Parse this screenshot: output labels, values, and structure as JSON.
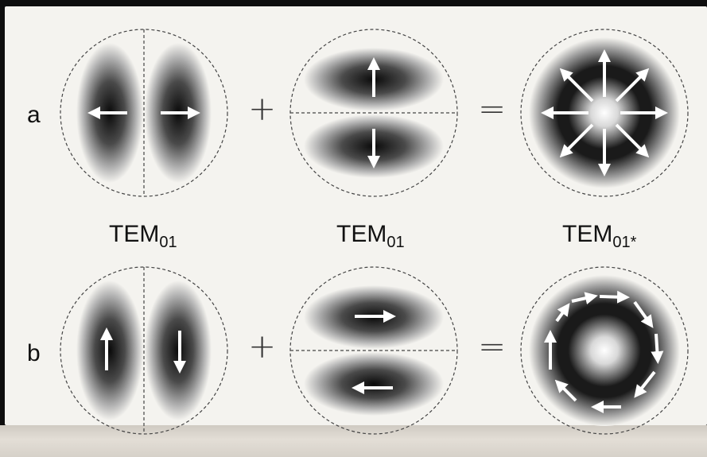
{
  "rows": [
    {
      "label": "a"
    },
    {
      "label": "b"
    }
  ],
  "operators": {
    "plus": "+",
    "equals": "="
  },
  "captions": [
    {
      "main": "TEM",
      "sub": "01"
    },
    {
      "main": "TEM",
      "sub": "01"
    },
    {
      "main": "TEM",
      "sub": "01*"
    }
  ],
  "colors": {
    "background": "#f4f3ef",
    "beam_dark": "#111111",
    "arrow": "#ffffff",
    "outline": "#444444"
  }
}
